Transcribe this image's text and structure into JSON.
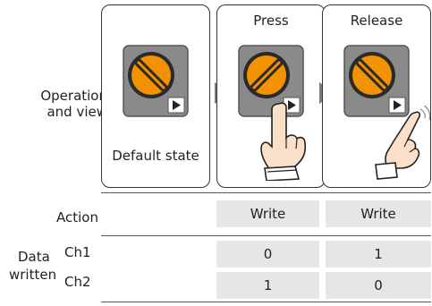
{
  "row_labels": {
    "operation_line1": "Operation",
    "operation_line2": "and view",
    "action": "Action",
    "data_line1": "Data",
    "data_line2": "written",
    "ch1": "Ch1",
    "ch2": "Ch2"
  },
  "panels": [
    {
      "title": "",
      "caption": "Default state"
    },
    {
      "title": "Press",
      "caption": ""
    },
    {
      "title": "Release",
      "caption": ""
    }
  ],
  "action": [
    "Write",
    "Write"
  ],
  "data": {
    "ch1": [
      "0",
      "1"
    ],
    "ch2": [
      "1",
      "0"
    ]
  },
  "colors": {
    "switch_orange": "#f39200",
    "switch_body": "#2a2a2a",
    "switch_frame": "#8a8a8a",
    "cell_fill": "#e6e6e6",
    "arrow": "#7a7a7a",
    "hand_skin": "#fbe0c9"
  }
}
